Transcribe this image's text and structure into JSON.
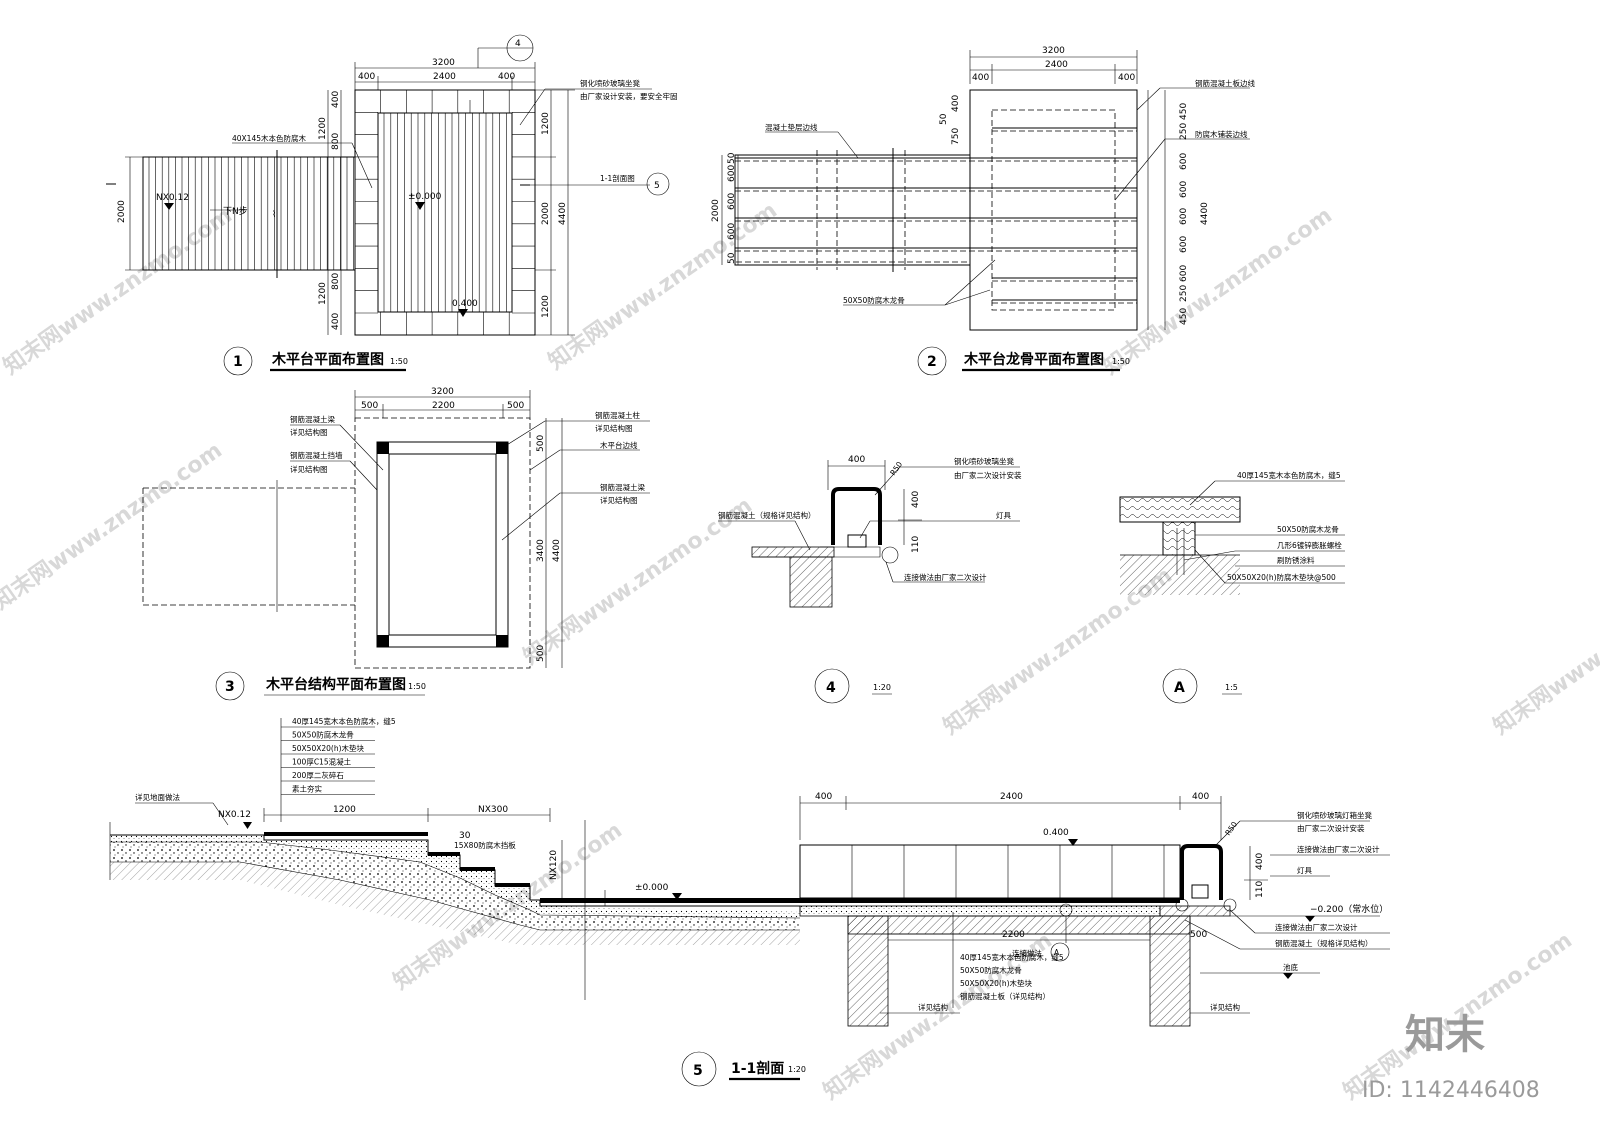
{
  "dims": {
    "d3200": "3200",
    "d2400": "2400",
    "d400": "400",
    "d1200": "1200",
    "d800": "800",
    "d2000": "2000",
    "d4400": "4400",
    "d600": "600",
    "d450": "450",
    "d250": "250",
    "d50": "50",
    "d750": "750",
    "d500": "500",
    "d2200": "2200",
    "d3400": "3400",
    "d110": "110",
    "r50": "R50",
    "d30": "30"
  },
  "plan1": {
    "title": "木平台平面布置图",
    "scale": "1:50",
    "num": "1",
    "circle4": "4",
    "circle5": "5",
    "note_wood": "40X145木本色防腐木",
    "note_glass1": "钢化喷砂玻璃坐凳",
    "note_glass2": "由厂家设计安装，要安全牢固",
    "lvl_nx": "NX0.12",
    "lvl_0": "±0.000",
    "lvl_04": "0.400",
    "down": "下N步",
    "section": "1-1剖面图"
  },
  "plan2": {
    "title": "木平台龙骨平面布置图",
    "scale": "1:50",
    "num": "2",
    "note_conc": "混凝土垫层边线",
    "note_slab": "钢筋混凝土板边线",
    "note_board": "防腐木铺装边线",
    "note_keel": "50X50防腐木龙骨"
  },
  "plan3": {
    "title": "木平台结构平面布置图",
    "scale": "1:50",
    "num": "3",
    "n1a": "钢筋混凝土梁",
    "n1b": "详见结构图",
    "n2a": "钢筋混凝土挡墙",
    "n2b": "详见结构图",
    "n3a": "钢筋混凝土柱",
    "n3b": "详见结构图",
    "n4": "木平台边线",
    "n5a": "钢筋混凝土梁",
    "n5b": "详见结构图"
  },
  "detail4": {
    "num": "4",
    "scale": "1:20",
    "n1": "钢化喷砂玻璃坐凳",
    "n2": "由厂家二次设计安装",
    "n3": "钢筋混凝土（规格详见结构）",
    "n4": "灯具",
    "n5": "连接做法由厂家二次设计"
  },
  "detailA": {
    "num": "A",
    "scale": "1:5",
    "n1": "40厚145宽木本色防腐木，缝5",
    "n2": "50X50防腐木龙骨",
    "n3": "几形6镀锌膨胀螺栓",
    "n4": "刷防锈涂料",
    "n5": "50X50X20(h)防腐木垫块@500"
  },
  "section": {
    "num": "5",
    "title": "1-1剖面",
    "scale": "1:20",
    "layers": [
      "40厚145宽木本色防腐木，缝5",
      "50X50防腐木龙骨",
      "50X50X20(h)木垫块",
      "100厚C15混凝土",
      "200厚二灰碎石",
      "素土夯实"
    ],
    "ground": "详见地面做法",
    "nx012": "NX0.12",
    "nx300": "NX300",
    "nx120": "NX120",
    "riser": "15X80防腐木挡板",
    "lvl0": "±0.000",
    "lvl04": "0.400",
    "lvl_neg": "−0.200（常水位）",
    "pool": "池底",
    "r_glass1": "钢化喷砂玻璃灯箱坐凳",
    "r_glass2": "由厂家二次设计安装",
    "r_conn": "连接做法由厂家二次设计",
    "r_lamp": "灯具",
    "r_conn2": "连接做法由厂家二次设计",
    "r_slab": "钢筋混凝土（规格详见结构）",
    "b_layers": [
      "40厚145宽木本色防腐木，缝5",
      "50X50防腐木龙骨",
      "50X50X20(h)木垫块",
      "钢筋混凝土板（详见结构）"
    ],
    "conn_label": "连接做法",
    "struct1": "详见结构",
    "struct2": "详见结构"
  },
  "watermark": {
    "text": "知末网www.znzmo.com",
    "brand": "知末",
    "id": "ID: 1142446408"
  }
}
